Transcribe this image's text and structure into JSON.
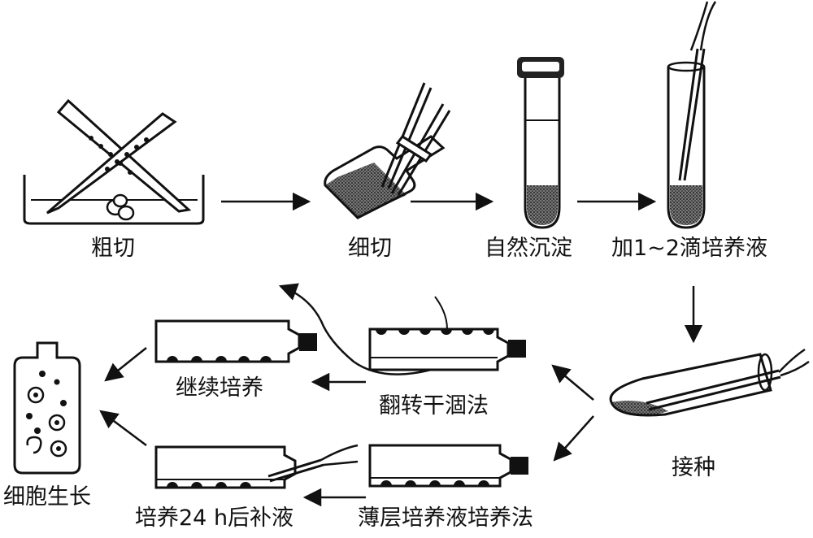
{
  "labels": {
    "coarse_cut": "粗切",
    "fine_cut": "细切",
    "settle": "自然沉淀",
    "add_medium": "加1~2滴培养液",
    "inoculate": "接种",
    "flip_dry": "翻转干涸法",
    "continue_culture": "继续培养",
    "thin_layer": "薄层培养液培养法",
    "refill": "培养24 h后补液",
    "cell_growth": "细胞生长"
  }
}
